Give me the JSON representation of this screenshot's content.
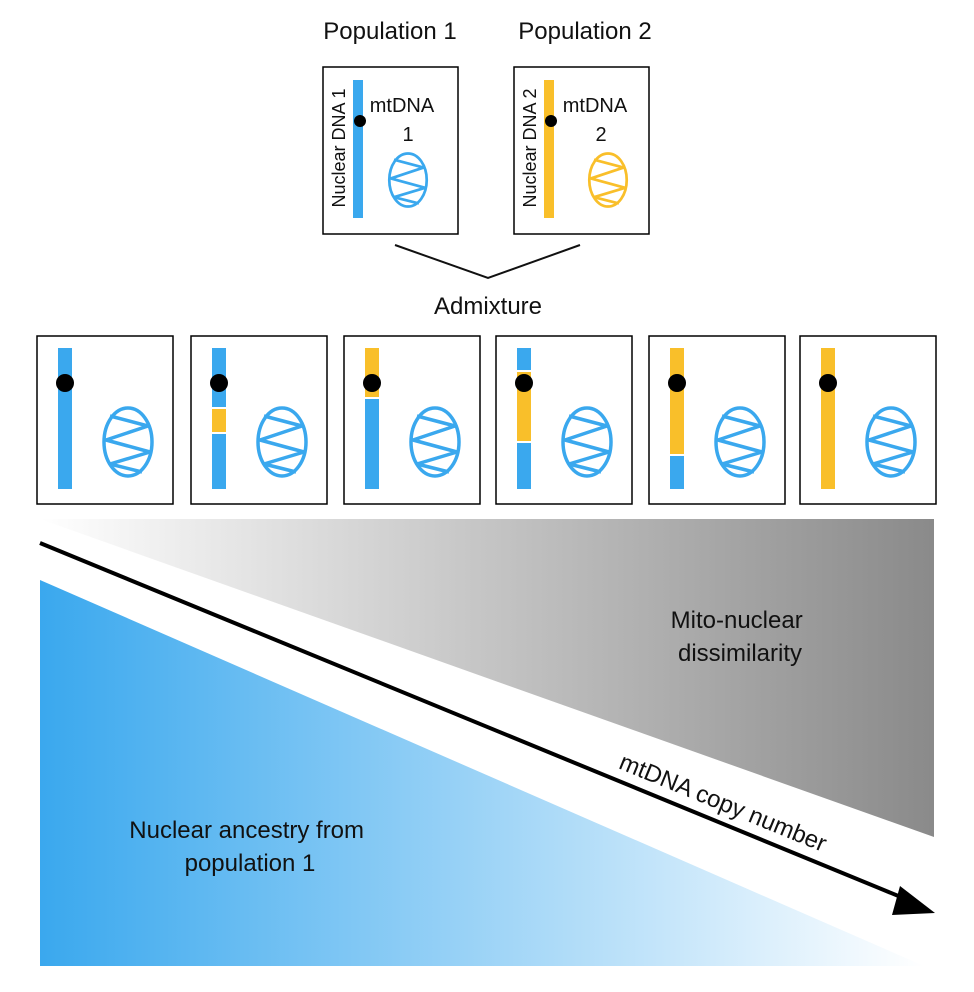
{
  "colors": {
    "pop1_blue": "#3aa8ee",
    "pop2_yellow": "#f9bf2a",
    "dark": "#000000",
    "gray_dark": "#8a8a8a",
    "gray_light": "#ffffff",
    "blue_light": "#e4f3fd"
  },
  "populations": [
    {
      "title": "Population 1",
      "nuclear_label": "Nuclear DNA 1",
      "mt_label": "mtDNA",
      "mt_number": "1",
      "color": "#3aa8ee"
    },
    {
      "title": "Population 2",
      "nuclear_label": "Nuclear DNA 2",
      "mt_label": "mtDNA",
      "mt_number": "2",
      "color": "#f9bf2a"
    }
  ],
  "admixture_label": "Admixture",
  "admixture_panels": [
    {
      "segments": [
        "blue"
      ]
    },
    {
      "segments": [
        "blue",
        "yellow",
        "blue"
      ]
    },
    {
      "segments": [
        "yellow",
        "blue"
      ]
    },
    {
      "segments": [
        "blue",
        "yellow",
        "blue"
      ]
    },
    {
      "segments": [
        "yellow",
        "blue"
      ]
    },
    {
      "segments": [
        "yellow"
      ]
    }
  ],
  "gradients": {
    "dissimilarity_label_line1": "Mito-nuclear",
    "dissimilarity_label_line2": "dissimilarity",
    "ancestry_label_line1": "Nuclear ancestry from",
    "ancestry_label_line2": "population 1",
    "arrow_label": "mtDNA copy number"
  }
}
